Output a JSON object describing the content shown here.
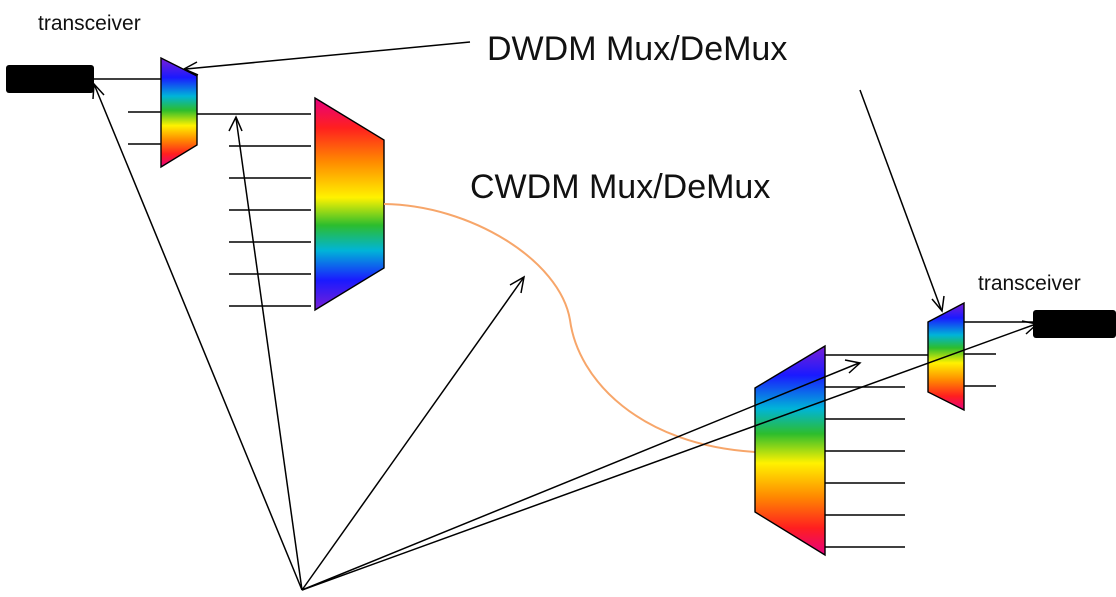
{
  "labels": {
    "transceiver_left": "transceiver",
    "transceiver_right": "transceiver",
    "dwdm": "DWDM Mux/DeMux",
    "cwdm": "CWDM Mux/DeMux"
  },
  "colors": {
    "fiber": "#f7a66a",
    "transceiver": "#000000",
    "spectrum": [
      "#e6007e",
      "#ff1f1f",
      "#ff8a00",
      "#fff200",
      "#2dbd2d",
      "#00a0e0",
      "#1a1aff",
      "#7a1fd6"
    ]
  }
}
